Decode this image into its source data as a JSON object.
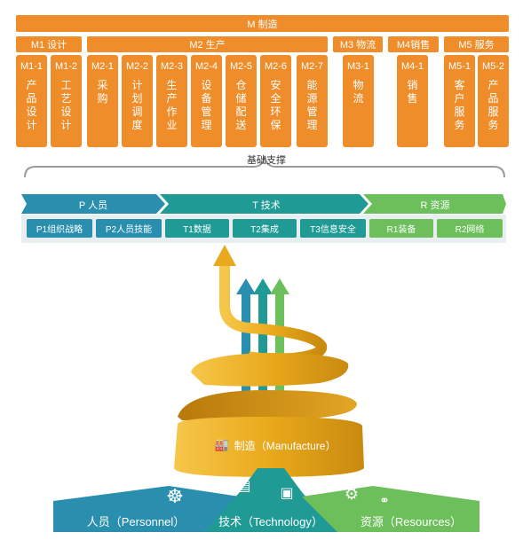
{
  "manufacture": {
    "title": "M 制造",
    "groups": [
      {
        "label": "M1 设计"
      },
      {
        "label": "M2 生产"
      },
      {
        "label": "M3 物流"
      },
      {
        "label": "M4销售"
      },
      {
        "label": "M5 服务"
      }
    ],
    "items": [
      {
        "code": "M1-1",
        "name": "产品设计"
      },
      {
        "code": "M1-2",
        "name": "工艺设计"
      },
      {
        "code": "M2-1",
        "name": "采购"
      },
      {
        "code": "M2-2",
        "name": "计划调度"
      },
      {
        "code": "M2-3",
        "name": "生产作业"
      },
      {
        "code": "M2-4",
        "name": "设备管理"
      },
      {
        "code": "M2-5",
        "name": "仓储配送"
      },
      {
        "code": "M2-6",
        "name": "安全环保"
      },
      {
        "code": "M2-7",
        "name": "能源管理"
      },
      {
        "code": "M3-1",
        "name": "物流"
      },
      {
        "code": "M4-1",
        "name": "销售"
      },
      {
        "code": "M5-1",
        "name": "客户服务"
      },
      {
        "code": "M5-2",
        "name": "产品服务"
      }
    ]
  },
  "foundation": {
    "label": "基础支撑",
    "arrows": [
      {
        "label": "P 人员"
      },
      {
        "label": "T 技术"
      },
      {
        "label": "R 资源"
      }
    ],
    "items": [
      {
        "label": "P1组织战略"
      },
      {
        "label": "P2人员技能"
      },
      {
        "label": "T1数据"
      },
      {
        "label": "T2集成"
      },
      {
        "label": "T3信息安全"
      },
      {
        "label": "R1装备"
      },
      {
        "label": "R2网络"
      }
    ]
  },
  "illustration": {
    "ribbon_label": "制造（Manufacture）",
    "bases": [
      {
        "label": "人员（Personnel）"
      },
      {
        "label": "技术（Technology）"
      },
      {
        "label": "资源（Resources）"
      }
    ]
  },
  "colors": {
    "orange": "#ee8d2a",
    "blue": "#2a8fae",
    "teal": "#1f9a95",
    "green": "#6cbf5a",
    "gold": "#f0b428"
  }
}
